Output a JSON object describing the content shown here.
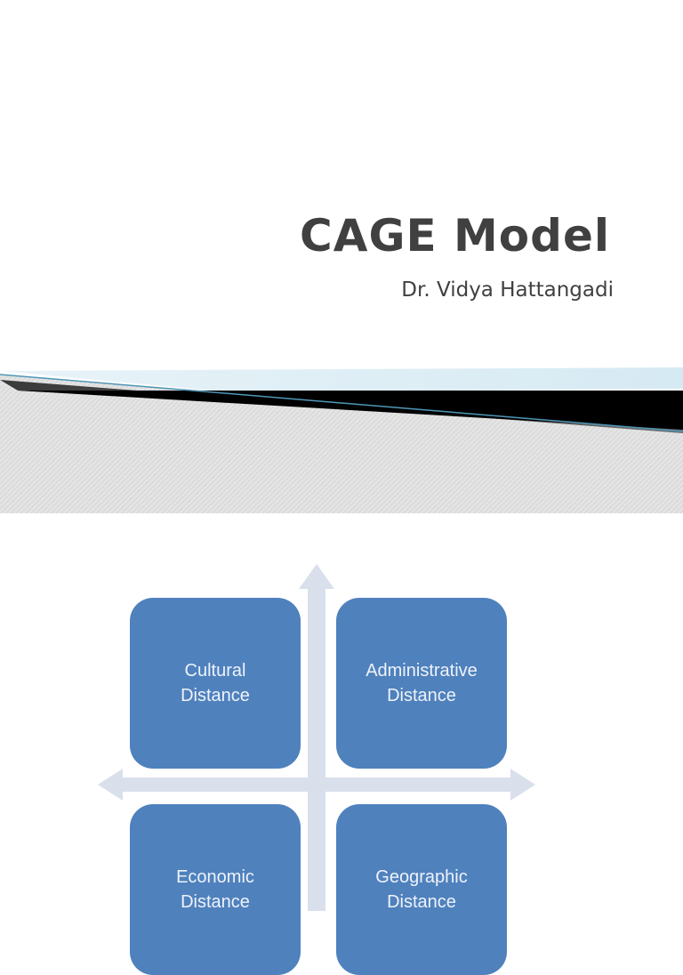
{
  "slide": {
    "title": "CAGE Model",
    "subtitle": "Dr. Vidya Hattangadi"
  },
  "diagram": {
    "quadrants": [
      {
        "line1": "Cultural",
        "line2": "Distance"
      },
      {
        "line1": "Administrative",
        "line2": "Distance"
      },
      {
        "line1": "Economic",
        "line2": "Distance"
      },
      {
        "line1": "Geographic",
        "line2": "Distance"
      }
    ],
    "colors": {
      "box_fill": "#4f81bd",
      "box_text": "#eef3fa",
      "arrow": "#d9e0ec"
    }
  },
  "theme": {
    "title_color": "#404040",
    "banner_accent": "#5fa3c4"
  }
}
